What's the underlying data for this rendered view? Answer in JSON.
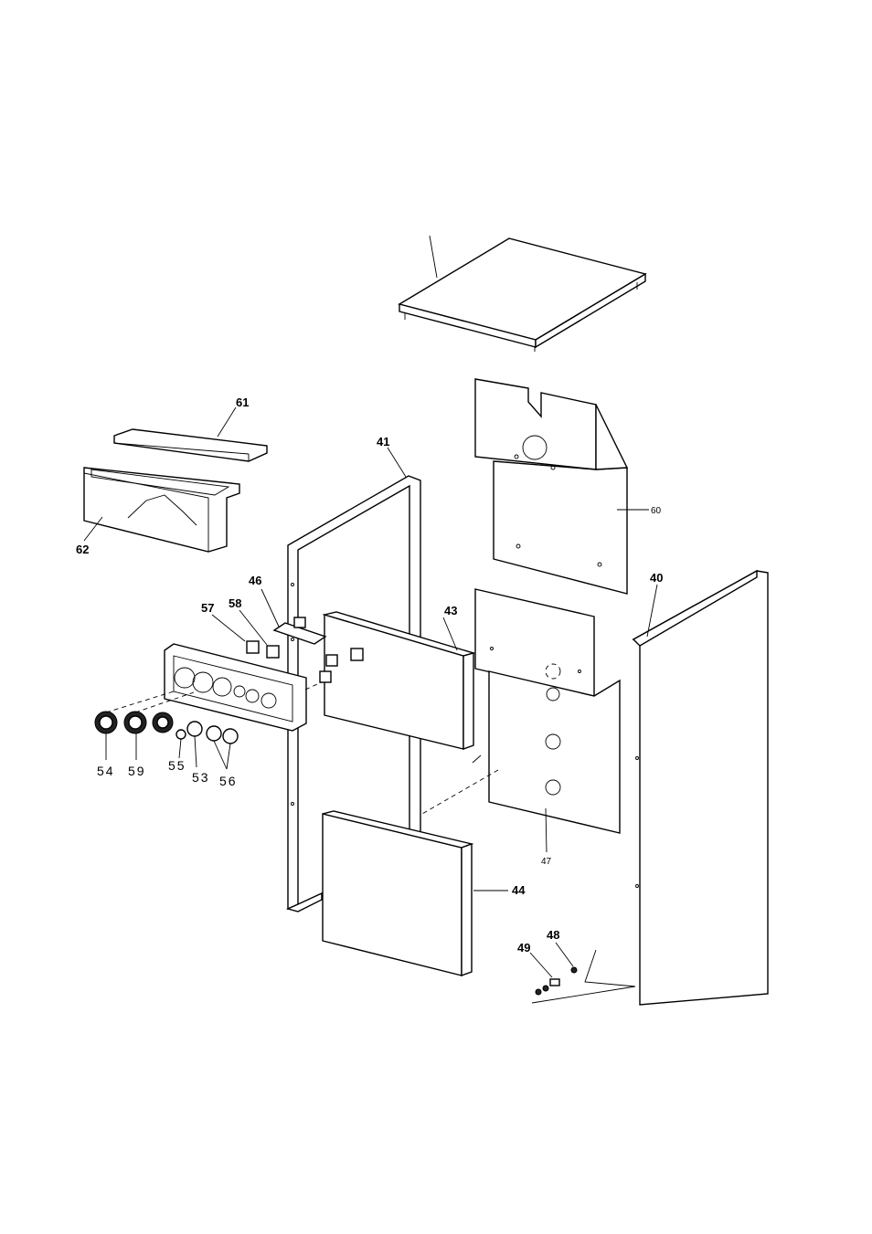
{
  "labels": {
    "p40": "40",
    "p41": "41",
    "p43": "43",
    "p44": "44",
    "p46": "46",
    "p47": "47",
    "p48": "48",
    "p49": "49",
    "p53": "53",
    "p54": "54",
    "p55": "55",
    "p56": "56",
    "p57": "57",
    "p58": "58",
    "p59": "59",
    "p60": "60",
    "p61": "61",
    "p62": "62"
  }
}
